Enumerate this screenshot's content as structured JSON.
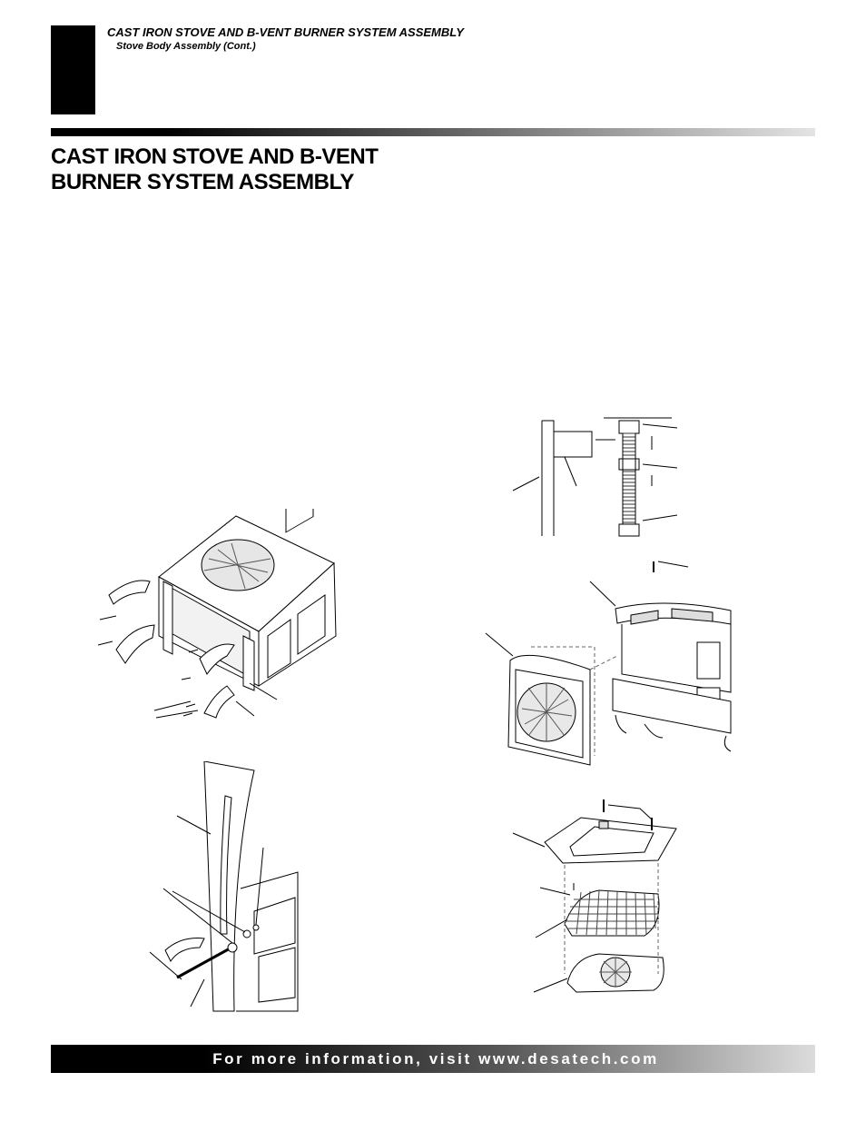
{
  "header": {
    "section_title": "CAST IRON STOVE AND B-VENT BURNER SYSTEM ASSEMBLY",
    "subsection": "Stove Body Assembly (Cont.)"
  },
  "page": {
    "title_line1": "CAST IRON STOVE AND B-VENT",
    "title_line2": "BURNER SYSTEM ASSEMBLY"
  },
  "footer": {
    "text": "For more information, visit www.desatech.com"
  }
}
